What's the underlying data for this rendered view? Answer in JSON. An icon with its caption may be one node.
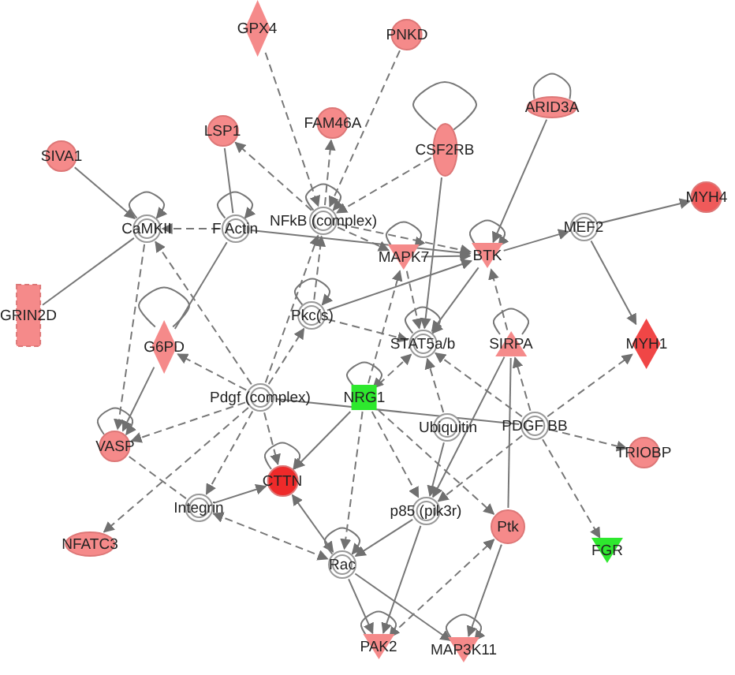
{
  "diagram": {
    "nodes": [
      {
        "text": [
          "GPX4"
        ]
      },
      {
        "text": [
          "PNKD"
        ]
      },
      {
        "text": [
          "LSP1"
        ]
      },
      {
        "text": [
          "FAM46A"
        ]
      },
      {
        "text": [
          "CSF2RB"
        ]
      },
      {
        "text": [
          "ARID3A"
        ]
      },
      {
        "text": [
          "SIVA1"
        ]
      },
      {
        "text": [
          "MYH4"
        ]
      },
      {
        "text": [
          "CaMKII"
        ]
      },
      {
        "text": [
          "F Actin"
        ]
      },
      {
        "text": [
          "NFkB (complex)"
        ]
      },
      {
        "text": [
          "MAPK7"
        ]
      },
      {
        "text": [
          "BTK"
        ]
      },
      {
        "text": [
          "MEF2"
        ]
      },
      {
        "text": [
          "GRIN2D"
        ]
      },
      {
        "text": [
          "G6PD"
        ]
      },
      {
        "text": [
          "Pkc(s)"
        ]
      },
      {
        "text": [
          "STAT5a/b"
        ]
      },
      {
        "text": [
          "SIRPA"
        ]
      },
      {
        "text": [
          "MYH1"
        ]
      },
      {
        "text": [
          "Pdgf (complex)"
        ]
      },
      {
        "text": [
          "NRG1"
        ]
      },
      {
        "text": [
          "Ubiquitin"
        ]
      },
      {
        "text": [
          "PDGF BB"
        ]
      },
      {
        "text": [
          "VASP"
        ]
      },
      {
        "text": [
          "CTTN"
        ]
      },
      {
        "text": [
          "TRIOBP"
        ]
      },
      {
        "text": [
          "Integrin"
        ]
      },
      {
        "text": [
          "p85 (pik3r)"
        ]
      },
      {
        "text": [
          "Ptk"
        ]
      },
      {
        "text": [
          "NFATC3"
        ]
      },
      {
        "text": [
          "FGR"
        ]
      },
      {
        "text": [
          "Rac"
        ]
      },
      {
        "text": [
          "PAK2"
        ]
      },
      {
        "text": [
          "MAP3K11"
        ]
      }
    ],
    "edges": [
      {
        "from": 0,
        "to": 10,
        "arrow": "to",
        "style": "dashed"
      },
      {
        "from": 1,
        "to": 10,
        "arrow": "to",
        "style": "dashed"
      },
      {
        "from": 10,
        "to": 2,
        "arrow": "to",
        "style": "dashed"
      },
      {
        "from": 10,
        "to": 3,
        "arrow": "to",
        "style": "dashed"
      },
      {
        "from": 4,
        "to": 10,
        "arrow": "to",
        "style": "dashed"
      },
      {
        "from": 4,
        "to": 17,
        "arrow": "to"
      },
      {
        "from": 5,
        "to": 12,
        "arrow": "to"
      },
      {
        "from": 6,
        "to": 8,
        "arrow": "to"
      },
      {
        "from": 14,
        "to": 8,
        "arrow": "none"
      },
      {
        "from": 9,
        "to": 8,
        "arrow": "to",
        "style": "dashed"
      },
      {
        "from": 2,
        "to": 9,
        "arrow": "none"
      },
      {
        "from": 9,
        "to": 12,
        "arrow": "to"
      },
      {
        "from": 10,
        "to": 11,
        "arrow": "to",
        "style": "dashed"
      },
      {
        "from": 10,
        "to": 12,
        "arrow": "to",
        "style": "dashed"
      },
      {
        "from": 11,
        "to": 12,
        "arrow": "to"
      },
      {
        "from": 12,
        "to": 13,
        "arrow": "to"
      },
      {
        "from": 13,
        "to": 7,
        "arrow": "to"
      },
      {
        "from": 13,
        "to": 19,
        "arrow": "to"
      },
      {
        "from": 18,
        "to": 12,
        "arrow": "to",
        "style": "dashed"
      },
      {
        "from": 12,
        "to": 17,
        "arrow": "to"
      },
      {
        "from": 11,
        "to": 17,
        "arrow": "to",
        "style": "dashed"
      },
      {
        "from": 16,
        "to": 10,
        "arrow": "to",
        "style": "dashed"
      },
      {
        "from": 16,
        "to": 12,
        "arrow": "to"
      },
      {
        "from": 20,
        "to": 10,
        "arrow": "to",
        "style": "dashed"
      },
      {
        "from": 20,
        "to": 15,
        "arrow": "to",
        "style": "dashed"
      },
      {
        "from": 20,
        "to": 24,
        "arrow": "to",
        "style": "dashed"
      },
      {
        "from": 20,
        "to": 30,
        "arrow": "to",
        "style": "dashed"
      },
      {
        "from": 20,
        "to": 16,
        "arrow": "to",
        "style": "dashed"
      },
      {
        "from": 20,
        "to": 25,
        "arrow": "to",
        "style": "dashed"
      },
      {
        "from": 20,
        "to": 8,
        "arrow": "to",
        "style": "dashed"
      },
      {
        "from": 20,
        "to": 27,
        "arrow": "to",
        "style": "dashed"
      },
      {
        "from": 20,
        "to": 23,
        "arrow": "none"
      },
      {
        "from": 15,
        "to": 24,
        "arrow": "to"
      },
      {
        "from": 9,
        "to": 15,
        "arrow": "none"
      },
      {
        "from": 8,
        "to": 24,
        "arrow": "to",
        "style": "dashed"
      },
      {
        "from": 24,
        "to": 27,
        "arrow": "none",
        "style": "dashed"
      },
      {
        "from": 27,
        "to": 25,
        "arrow": "to"
      },
      {
        "from": 27,
        "to": 32,
        "arrow": "both",
        "style": "dashed"
      },
      {
        "from": 25,
        "to": 32,
        "arrow": "both"
      },
      {
        "from": 21,
        "to": 17,
        "arrow": "to",
        "style": "dashed"
      },
      {
        "from": 21,
        "to": 11,
        "arrow": "to",
        "style": "dashed"
      },
      {
        "from": 21,
        "to": 28,
        "arrow": "to",
        "style": "dashed"
      },
      {
        "from": 21,
        "to": 29,
        "arrow": "to",
        "style": "dashed"
      },
      {
        "from": 21,
        "to": 25,
        "arrow": "to"
      },
      {
        "from": 21,
        "to": 32,
        "arrow": "to",
        "style": "dashed"
      },
      {
        "from": 22,
        "to": 28,
        "arrow": "to"
      },
      {
        "from": 22,
        "to": 17,
        "arrow": "to",
        "style": "dashed"
      },
      {
        "from": 23,
        "to": 28,
        "arrow": "to",
        "style": "dashed"
      },
      {
        "from": 23,
        "to": 18,
        "arrow": "to",
        "style": "dashed"
      },
      {
        "from": 23,
        "to": 17,
        "arrow": "to",
        "style": "dashed"
      },
      {
        "from": 23,
        "to": 26,
        "arrow": "to",
        "style": "dashed"
      },
      {
        "from": 23,
        "to": 31,
        "arrow": "to",
        "style": "dashed"
      },
      {
        "from": 23,
        "to": 19,
        "arrow": "to",
        "style": "dashed"
      },
      {
        "from": 18,
        "to": 29,
        "arrow": "none"
      },
      {
        "from": 18,
        "to": 28,
        "arrow": "to"
      },
      {
        "from": 28,
        "to": 32,
        "arrow": "to"
      },
      {
        "from": 28,
        "to": 33,
        "arrow": "to"
      },
      {
        "from": 32,
        "to": 33,
        "arrow": "to"
      },
      {
        "from": 32,
        "to": 34,
        "arrow": "to"
      },
      {
        "from": 33,
        "to": 29,
        "arrow": "to",
        "style": "dashed"
      },
      {
        "from": 29,
        "to": 34,
        "arrow": "to"
      },
      {
        "from": 16,
        "to": 17,
        "arrow": "to",
        "style": "dashed"
      },
      {
        "from": 8,
        "to": 8,
        "arrow": "to"
      },
      {
        "from": 9,
        "to": 9,
        "arrow": "to"
      },
      {
        "from": 10,
        "to": 10,
        "arrow": "to"
      },
      {
        "from": 4,
        "to": 4,
        "arrow": "none"
      },
      {
        "from": 5,
        "to": 5,
        "arrow": "none"
      },
      {
        "from": 11,
        "to": 11,
        "arrow": "to"
      },
      {
        "from": 12,
        "to": 12,
        "arrow": "to"
      },
      {
        "from": 15,
        "to": 15,
        "arrow": "none"
      },
      {
        "from": 16,
        "to": 16,
        "arrow": "to"
      },
      {
        "from": 17,
        "to": 17,
        "arrow": "to"
      },
      {
        "from": 18,
        "to": 18,
        "arrow": "none"
      },
      {
        "from": 24,
        "to": 24,
        "arrow": "to"
      },
      {
        "from": 21,
        "to": 21,
        "arrow": "to"
      },
      {
        "from": 25,
        "to": 25,
        "arrow": "to"
      },
      {
        "from": 32,
        "to": 32,
        "arrow": "to"
      },
      {
        "from": 33,
        "to": 33,
        "arrow": "to"
      },
      {
        "from": 34,
        "to": 34,
        "arrow": "to"
      }
    ]
  }
}
